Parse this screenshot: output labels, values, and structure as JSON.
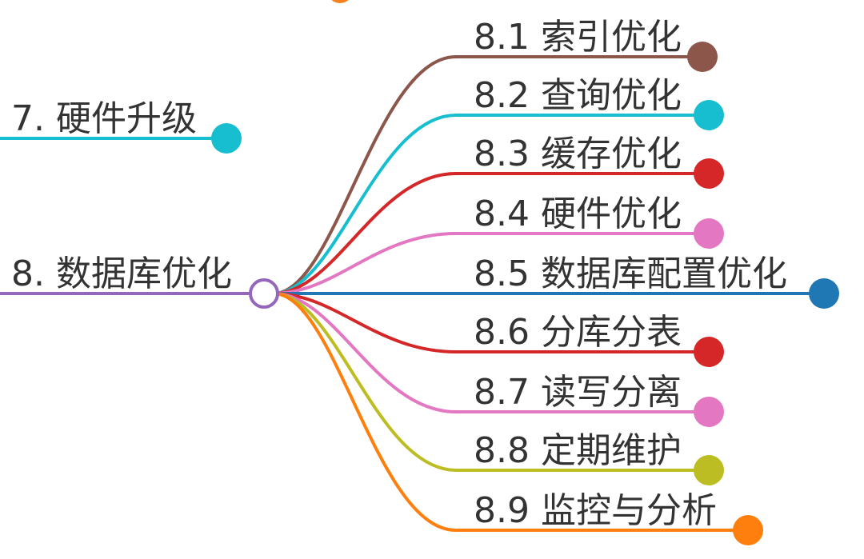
{
  "mindmap": {
    "top_fragment": {
      "color": "#f5821f"
    },
    "prev_node": {
      "label": "7. 硬件升级",
      "color": "#17becf"
    },
    "center": {
      "label": "8. 数据库优化",
      "color": "#9467bd"
    },
    "children": [
      {
        "label": "8.1 索引优化",
        "color": "#8c564b"
      },
      {
        "label": "8.2 查询优化",
        "color": "#17becf"
      },
      {
        "label": "8.3 缓存优化",
        "color": "#d62728"
      },
      {
        "label": "8.4 硬件优化",
        "color": "#e377c2"
      },
      {
        "label": "8.5 数据库配置优化",
        "color": "#1f77b4"
      },
      {
        "label": "8.6 分库分表",
        "color": "#d62728"
      },
      {
        "label": "8.7 读写分离",
        "color": "#e377c2"
      },
      {
        "label": "8.8 定期维护",
        "color": "#bcbd22"
      },
      {
        "label": "8.9 监控与分析",
        "color": "#ff7f0e"
      }
    ]
  }
}
